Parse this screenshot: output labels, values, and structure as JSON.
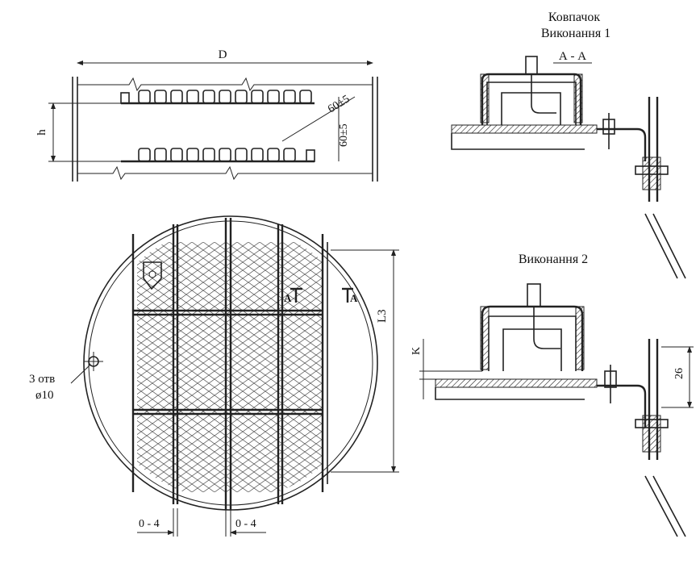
{
  "labels": {
    "cap_title": "Ковпачок",
    "variant1": "Виконання 1",
    "section_aa": "А - А",
    "variant2": "Виконання 2",
    "dim_d": "D",
    "dim_h": "h",
    "dim_60a": "60±5",
    "dim_60b": "60±5",
    "dim_l3": "L3",
    "dim_k": "K",
    "dim_26": "26",
    "holes_count": "3 отв",
    "holes_dia": "ø10",
    "gap_left": "0 - 4",
    "gap_right": "0 - 4",
    "section_mark_left": "A",
    "section_mark_right": "A"
  }
}
